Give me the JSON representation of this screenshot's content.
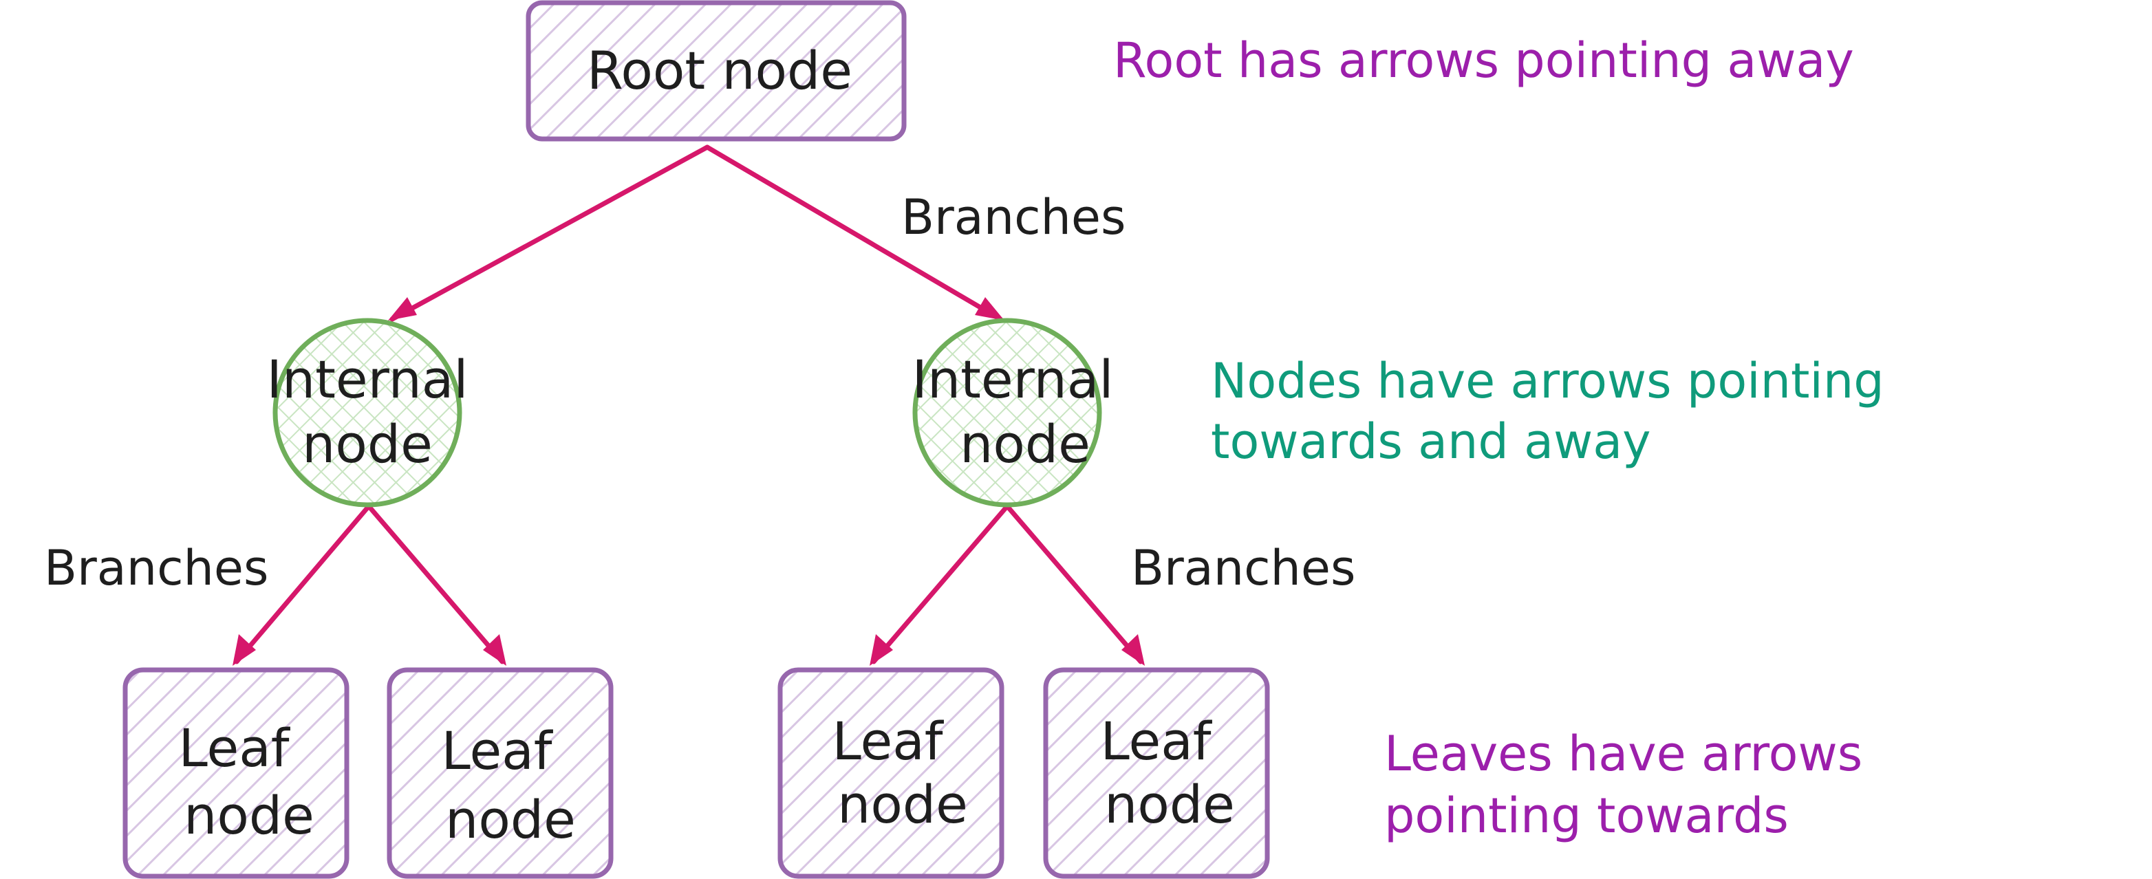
{
  "diagram": {
    "root": {
      "label": "Root node"
    },
    "internal_nodes": [
      {
        "line1": "Internal",
        "line2": "node"
      },
      {
        "line1": "Internal",
        "line2": "node"
      }
    ],
    "leaves": [
      {
        "line1": "Leaf",
        "line2": "node"
      },
      {
        "line1": "Leaf",
        "line2": "node"
      },
      {
        "line1": "Leaf",
        "line2": "node"
      },
      {
        "line1": "Leaf",
        "line2": "node"
      }
    ],
    "branch_labels": [
      "Branches",
      "Branches",
      "Branches"
    ],
    "notes": {
      "root": "Root has arrows pointing away",
      "internal_line1": "Nodes have arrows pointing",
      "internal_line2": "towards and away",
      "leaves_line1": "Leaves have arrows",
      "leaves_line2": "pointing towards"
    }
  },
  "colors": {
    "edge": "#d6176b",
    "root_leaf_stroke": "#9767ad",
    "internal_stroke": "#6fae5a",
    "root_note": "#9c1fab",
    "internal_note": "#0f9b7b",
    "leaf_note": "#9c1fab",
    "text": "#1e1e1e"
  }
}
